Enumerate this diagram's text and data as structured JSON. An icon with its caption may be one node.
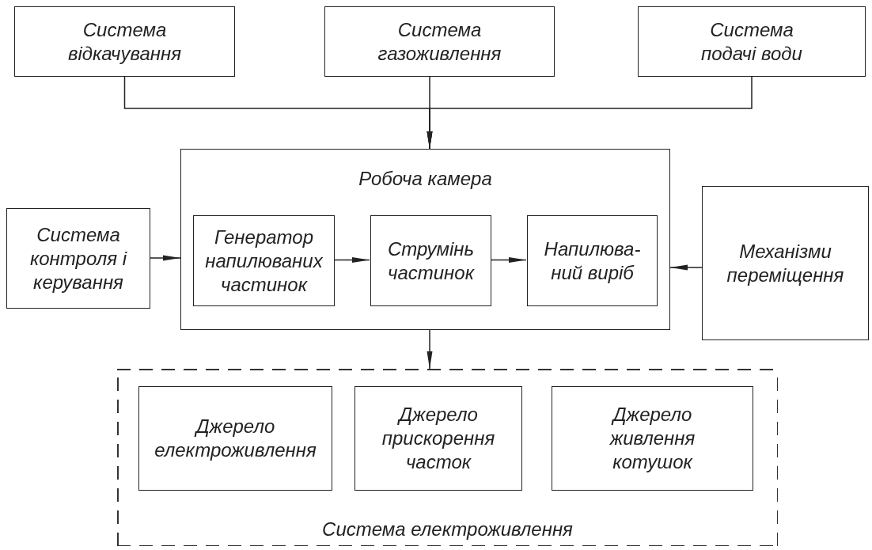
{
  "diagram": {
    "nodes": [
      {
        "text": [
          "Система відкачування"
        ]
      },
      {
        "text": [
          "Система газоживлення"
        ]
      },
      {
        "text": [
          "Система подачі води"
        ]
      },
      {
        "text": [
          "Робоча камера"
        ]
      },
      {
        "text": [
          "Генератор напилюваних частинок"
        ],
        "in": 3
      },
      {
        "text": [
          "Струмінь частинок"
        ],
        "in": 3
      },
      {
        "text": [
          "Напилюва- ний виріб"
        ],
        "in": 3
      },
      {
        "text": [
          "Система контроля і керування"
        ]
      },
      {
        "text": [
          "Механізми переміщення"
        ]
      },
      {
        "text": [
          "Система електроживлення"
        ]
      },
      {
        "text": [
          "Джерело електроживлення"
        ],
        "in": 9
      },
      {
        "text": [
          "Джерело прискорення часток"
        ],
        "in": 9
      },
      {
        "text": [
          "Джерело живлення котушок"
        ],
        "in": 9
      }
    ],
    "edges": [
      {
        "from": 0,
        "to": 3,
        "arrow": "to"
      },
      {
        "from": 1,
        "to": 3,
        "arrow": "to"
      },
      {
        "from": 2,
        "to": 3,
        "arrow": "to"
      },
      {
        "from": 7,
        "to": 3,
        "arrow": "to"
      },
      {
        "from": 4,
        "to": 5,
        "arrow": "to"
      },
      {
        "from": 5,
        "to": 6,
        "arrow": "to"
      },
      {
        "from": 8,
        "to": 3,
        "arrow": "to"
      },
      {
        "from": 3,
        "to": 9,
        "arrow": "to"
      }
    ]
  }
}
